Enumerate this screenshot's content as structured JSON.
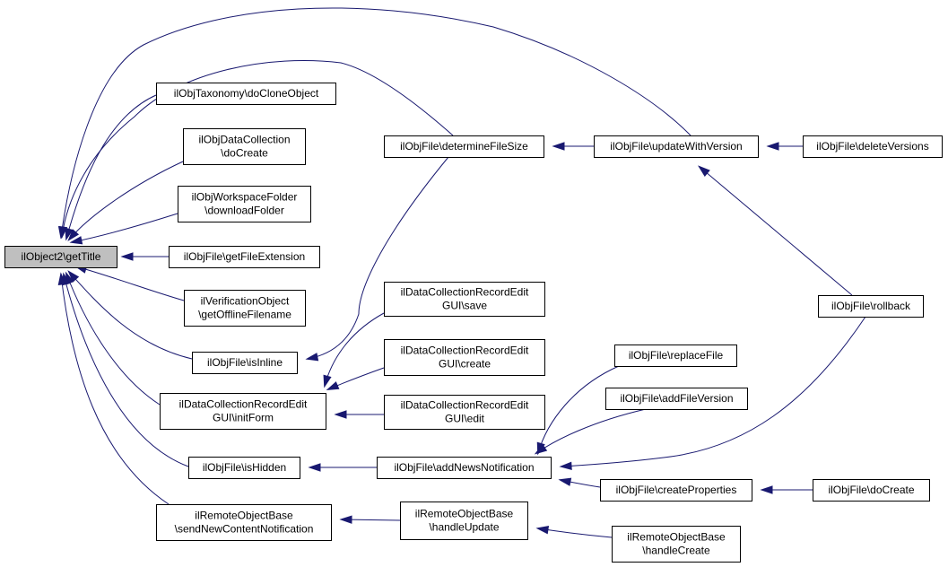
{
  "graph": {
    "edge_color": "#191970",
    "root_fill": "#bfbfbf",
    "nodes": [
      {
        "id": "root",
        "lines": [
          "ilObject2\\getTitle"
        ],
        "root": true
      },
      {
        "id": "tax",
        "lines": [
          "ilObjTaxonomy\\doCloneObject"
        ]
      },
      {
        "id": "dcc",
        "lines": [
          "ilObjDataCollection",
          "\\doCreate"
        ]
      },
      {
        "id": "wsf",
        "lines": [
          "ilObjWorkspaceFolder",
          "\\downloadFolder"
        ]
      },
      {
        "id": "gfe",
        "lines": [
          "ilObjFile\\getFileExtension"
        ]
      },
      {
        "id": "ver",
        "lines": [
          "ilVerificationObject",
          "\\getOfflineFilename"
        ]
      },
      {
        "id": "inl",
        "lines": [
          "ilObjFile\\isInline"
        ]
      },
      {
        "id": "dcr",
        "lines": [
          "ilDataCollectionRecordEdit",
          "GUI\\initForm"
        ]
      },
      {
        "id": "hid",
        "lines": [
          "ilObjFile\\isHidden"
        ]
      },
      {
        "id": "rem",
        "lines": [
          "ilRemoteObjectBase",
          "\\sendNewContentNotification"
        ]
      },
      {
        "id": "dfs",
        "lines": [
          "ilObjFile\\determineFileSize"
        ]
      },
      {
        "id": "sav",
        "lines": [
          "ilDataCollectionRecordEdit",
          "GUI\\save"
        ]
      },
      {
        "id": "cre",
        "lines": [
          "ilDataCollectionRecordEdit",
          "GUI\\create"
        ]
      },
      {
        "id": "edt",
        "lines": [
          "ilDataCollectionRecordEdit",
          "GUI\\edit"
        ]
      },
      {
        "id": "ann",
        "lines": [
          "ilObjFile\\addNewsNotification"
        ]
      },
      {
        "id": "hup",
        "lines": [
          "ilRemoteObjectBase",
          "\\handleUpdate"
        ]
      },
      {
        "id": "uwv",
        "lines": [
          "ilObjFile\\updateWithVersion"
        ]
      },
      {
        "id": "rpf",
        "lines": [
          "ilObjFile\\replaceFile"
        ]
      },
      {
        "id": "afv",
        "lines": [
          "ilObjFile\\addFileVersion"
        ]
      },
      {
        "id": "cpr",
        "lines": [
          "ilObjFile\\createProperties"
        ]
      },
      {
        "id": "hcr",
        "lines": [
          "ilRemoteObjectBase",
          "\\handleCreate"
        ]
      },
      {
        "id": "dlv",
        "lines": [
          "ilObjFile\\deleteVersions"
        ]
      },
      {
        "id": "rlb",
        "lines": [
          "ilObjFile\\rollback"
        ]
      },
      {
        "id": "fdc",
        "lines": [
          "ilObjFile\\doCreate"
        ]
      }
    ],
    "edges": [
      [
        "tax",
        "root"
      ],
      [
        "dcc",
        "root"
      ],
      [
        "wsf",
        "root"
      ],
      [
        "gfe",
        "root"
      ],
      [
        "ver",
        "root"
      ],
      [
        "inl",
        "root"
      ],
      [
        "dcr",
        "root"
      ],
      [
        "hid",
        "root"
      ],
      [
        "rem",
        "root"
      ],
      [
        "dfs",
        "root"
      ],
      [
        "uwv",
        "root"
      ],
      [
        "dfs",
        "inl"
      ],
      [
        "sav",
        "dcr"
      ],
      [
        "cre",
        "dcr"
      ],
      [
        "edt",
        "dcr"
      ],
      [
        "ann",
        "hid"
      ],
      [
        "hup",
        "rem"
      ],
      [
        "uwv",
        "dfs"
      ],
      [
        "dlv",
        "uwv"
      ],
      [
        "rlb",
        "uwv"
      ],
      [
        "rpf",
        "ann"
      ],
      [
        "afv",
        "ann"
      ],
      [
        "cpr",
        "ann"
      ],
      [
        "rlb",
        "ann"
      ],
      [
        "fdc",
        "cpr"
      ],
      [
        "hcr",
        "hup"
      ]
    ]
  }
}
